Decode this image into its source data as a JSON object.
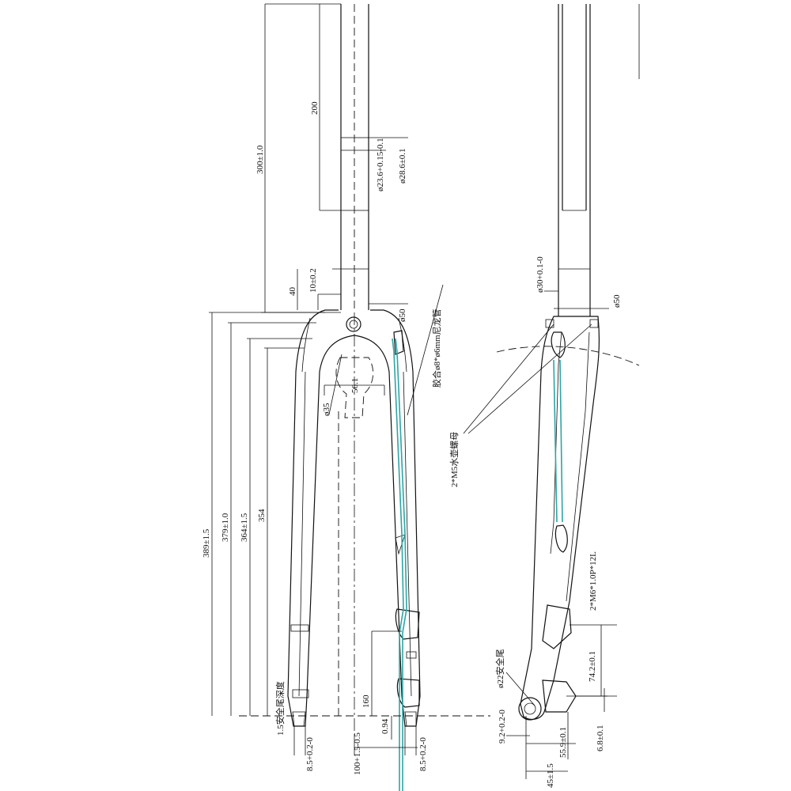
{
  "front_view": {
    "steerer_length": "300±1.0",
    "steerer_segment": "200",
    "steerer_inner_dia": "ø23.6+0.15-0.1",
    "steerer_outer_dia": "ø28.6±0.1",
    "lower_height": "40",
    "lower_step": "10±0.2",
    "crown_dia": "ø50",
    "crown_hole": "ø35",
    "crown_width": "56.1",
    "len_389": "389±1.5",
    "len_379": "379±1.0",
    "len_364": "364±1.5",
    "len_354": "354",
    "len_160": "160",
    "dropout_depth": "1.5安全尾深度",
    "dropout_left": "8.5+0.2-0",
    "dropout_center": "100+1.5-0.5",
    "dropout_offset": "0.94",
    "dropout_right": "8.5+0.2-0",
    "note_tube": "胶合ø8*ø6mm尼龙管"
  },
  "side_view": {
    "steerer_top_dia": "ø30+0.1-0",
    "crown_dia": "ø50",
    "note_nut": "2*M5水壶螺母",
    "note_bolt": "2*M6*1.0P*12L",
    "mount_spacing": "74.2±0.1",
    "safety_tail": "ø22安全尾",
    "axle_offset": "9.2+0.2-0",
    "rake": "45±1.5",
    "tail_offset": "55.9±0.1",
    "tail_height": "6.8±0.1"
  }
}
